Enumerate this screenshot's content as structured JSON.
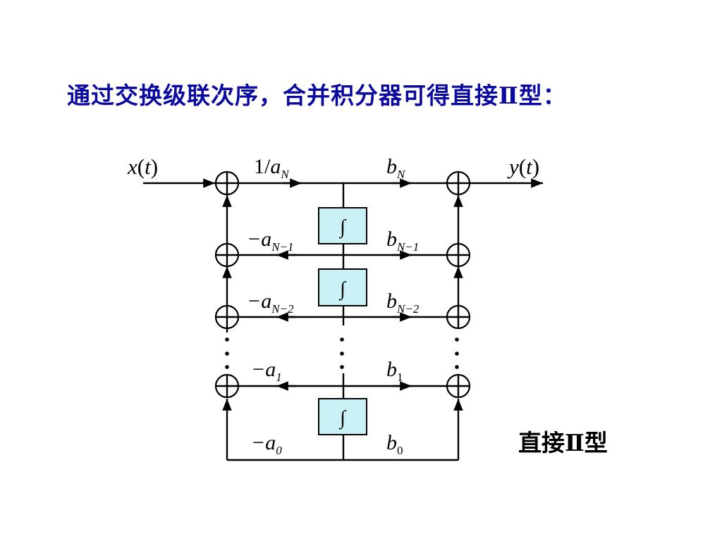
{
  "title": "通过交换级联次序，合并积分器可得直接Ⅱ型：",
  "caption": "直接Ⅱ型",
  "io": {
    "input": {
      "name": "x",
      "arg": "t"
    },
    "output": {
      "name": "y",
      "arg": "t"
    }
  },
  "forward_gain": {
    "prefix": "1/",
    "sym": "a",
    "sub": "N"
  },
  "integrator_symbol": "∫",
  "feedback_gains": [
    {
      "sym": "−a",
      "sub": "N−1"
    },
    {
      "sym": "−a",
      "sub": "N−2"
    },
    {
      "sym": "−a",
      "sub": "1"
    },
    {
      "sym": "−a",
      "sub": "0"
    }
  ],
  "feedforward_gains": [
    {
      "sym": "b",
      "sub": "N"
    },
    {
      "sym": "b",
      "sub": "N−1"
    },
    {
      "sym": "b",
      "sub": "N−2"
    },
    {
      "sym": "b",
      "sub": "1"
    },
    {
      "sym": "b",
      "sub": "0"
    }
  ]
}
